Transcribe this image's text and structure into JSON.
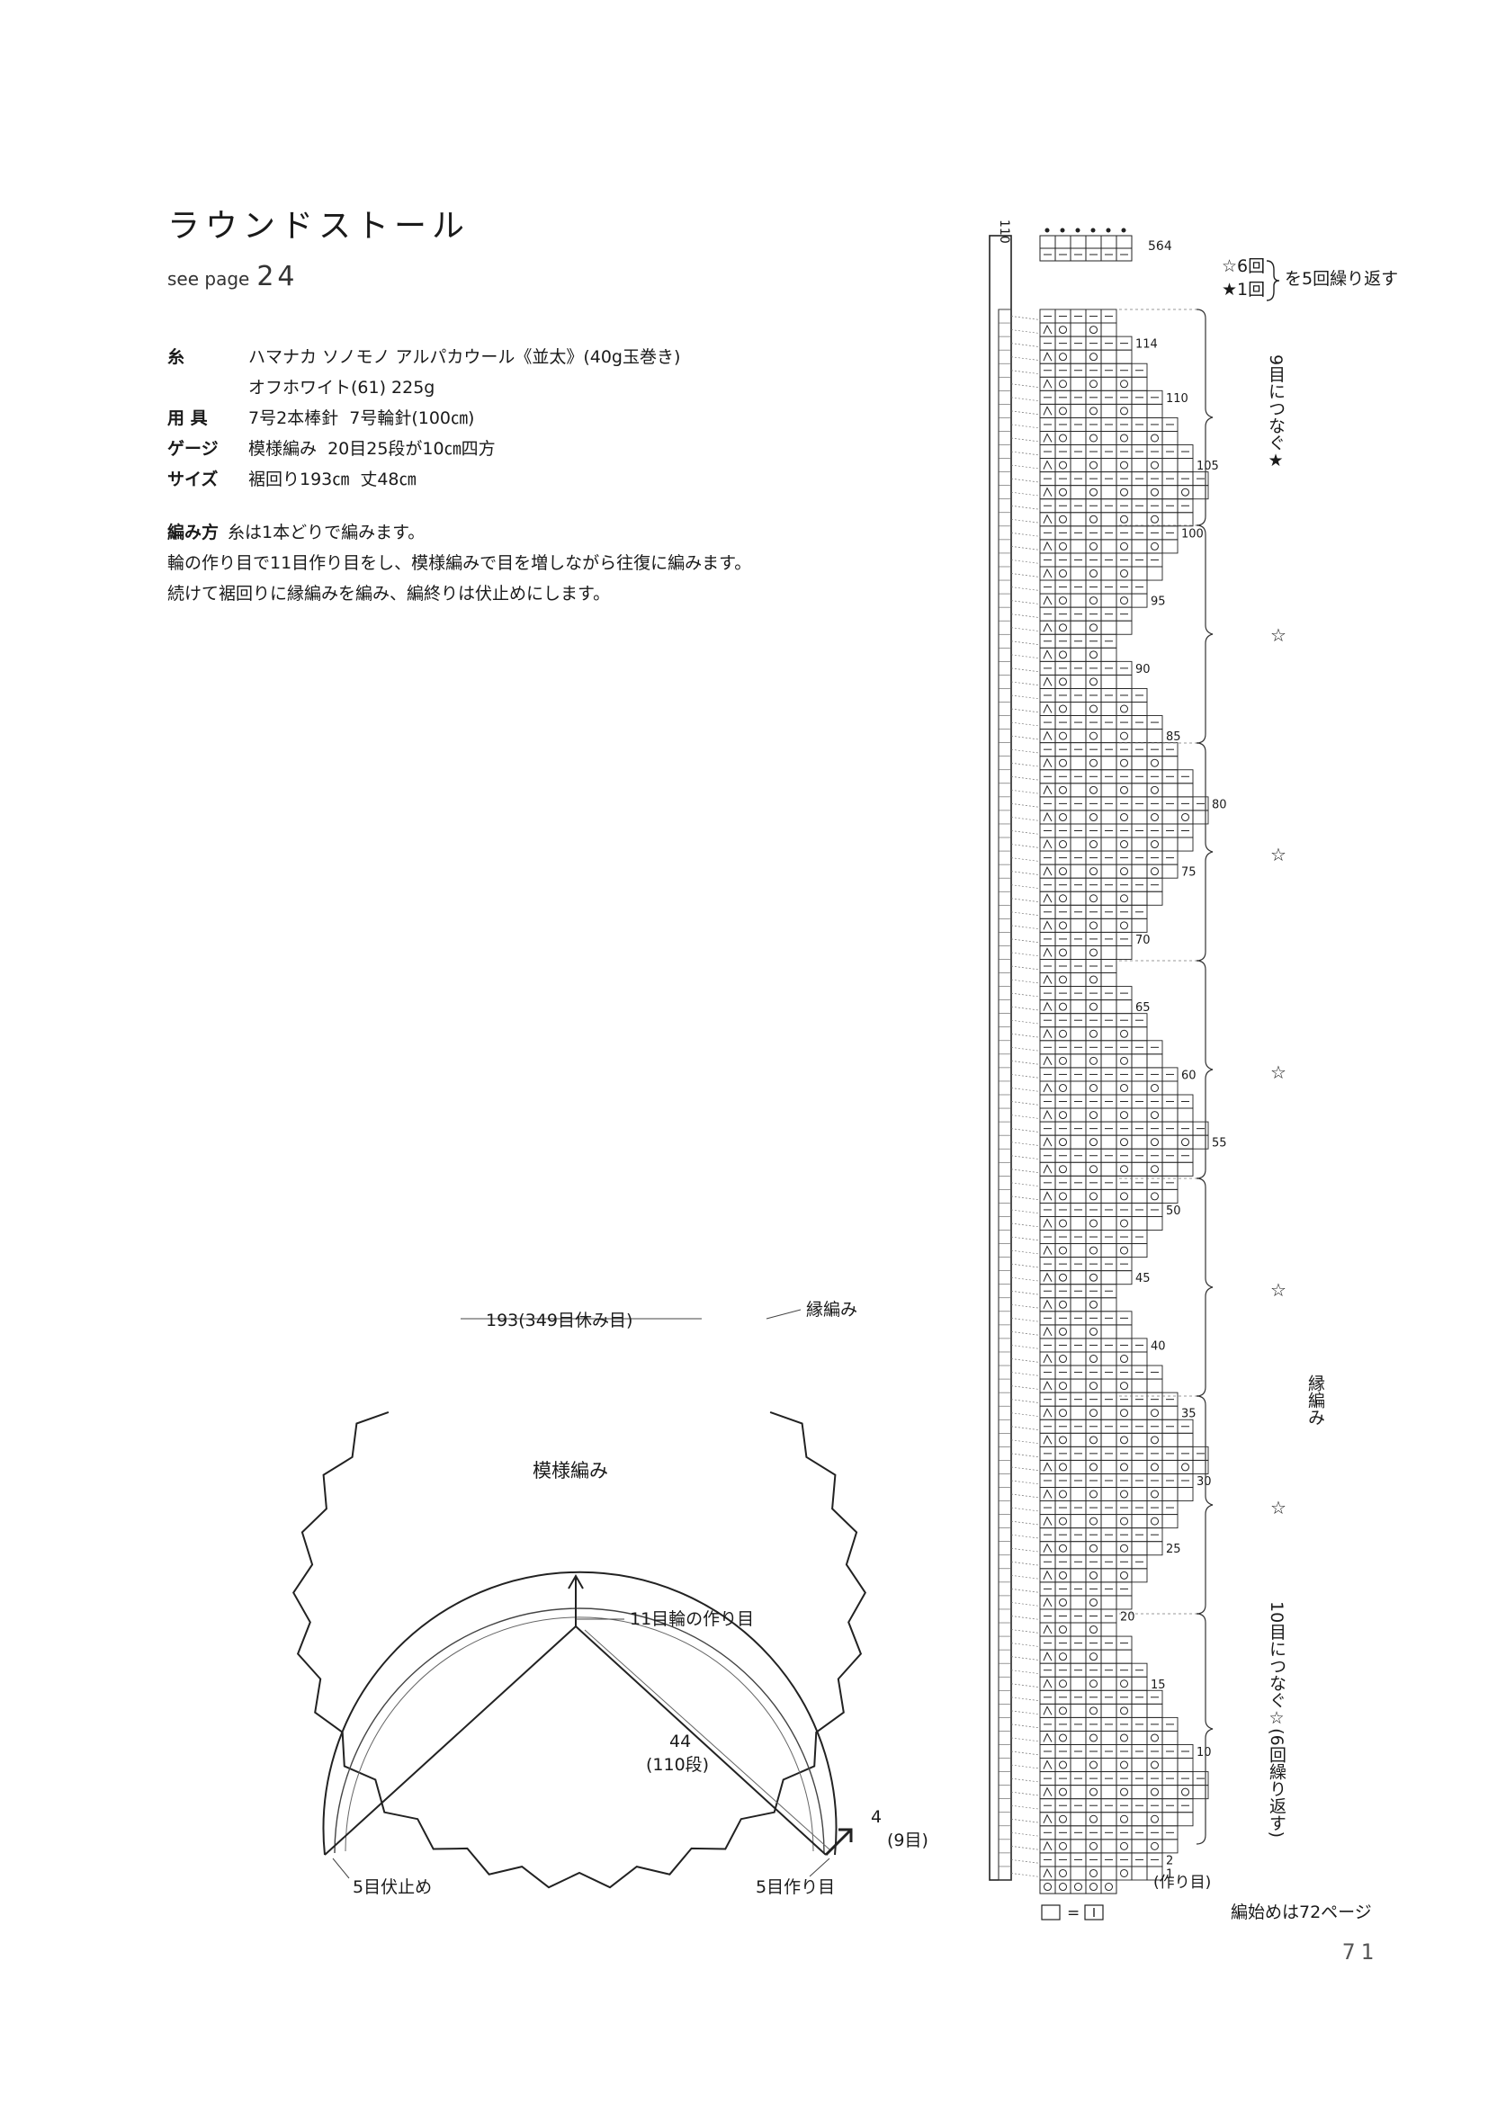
{
  "header": {
    "title": "ラウンドストール",
    "see_page_label": "see page",
    "see_page_number": "24"
  },
  "specs": [
    {
      "label": "糸",
      "value": "ハマナカ ソノモノ アルパカウール《並太》(40g玉巻き)"
    },
    {
      "label": "",
      "value": "オフホワイト(61) 225g"
    },
    {
      "label": "用 具",
      "value": "7号2本棒針  7号輪針(100㎝)"
    },
    {
      "label": "ゲージ",
      "value": "模様編み  20目25段が10㎝四方"
    },
    {
      "label": "サイズ",
      "value": "裾回り193㎝  丈48㎝"
    }
  ],
  "instructions": {
    "label": "編み方",
    "line1": "糸は1本どりで編みます。",
    "body": "輪の作り目で11目作り目をし、模様編みで目を増しながら往復に編みます。続けて裾回りに縁編みを編み、編終りは伏止めにします。"
  },
  "diagram": {
    "circumference": "193(349目休み目)",
    "border": "縁編み",
    "pattern": "模様編み",
    "cast_on_ring": "11目輪の作り目",
    "length": "44",
    "length_rows": "(110段)",
    "edge_width": "4",
    "edge_stitches": "(9目)",
    "bind_off": "5目伏止め",
    "cast_on": "5目作り目"
  },
  "chart": {
    "top_rows": [
      "110",
      "564"
    ],
    "row_numbers": [
      "114",
      "110",
      "105",
      "100",
      "95",
      "90",
      "85",
      "80",
      "75",
      "70",
      "65",
      "60",
      "55",
      "50",
      "45",
      "40",
      "35",
      "30",
      "25",
      "20",
      "15",
      "10",
      "2",
      "1"
    ],
    "cast_on_label": "(作り目)",
    "legend_eq": "=",
    "start_note": "編始めは72ページ",
    "repeat_star_hollow": "☆6回",
    "repeat_star_solid": "★1回",
    "repeat_text": "を5回繰り返す",
    "join9": "9目につなぐ★",
    "star": "☆",
    "border_label": "縁編み",
    "join10": "10目につなぐ☆(6回繰り返す)"
  },
  "page_number": "71"
}
